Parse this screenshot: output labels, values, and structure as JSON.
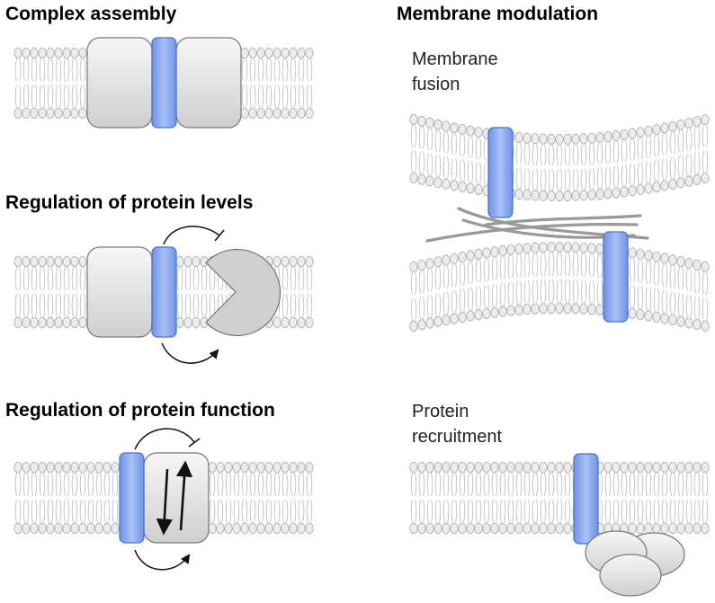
{
  "headings": {
    "complex_assembly": "Complex assembly",
    "membrane_modulation": "Membrane modulation",
    "regulation_levels": "Regulation of protein levels",
    "regulation_function": "Regulation of protein function"
  },
  "labels": {
    "membrane_fusion_1": "Membrane",
    "membrane_fusion_2": "fusion",
    "protein_recruitment_1": "Protein",
    "protein_recruitment_2": "recruitment"
  },
  "colors": {
    "microprotein": "#7aa2f0",
    "microprotein_stroke": "#4a6fc8",
    "protein_fill": "#e6e6e6",
    "protein_stroke": "#777777",
    "lipid": "#bbbbbb",
    "arrow": "#111111"
  },
  "icons": {
    "activation": "curved-arrow",
    "inhibition": "curved-bar-arrow",
    "conformation": "double-arrow"
  }
}
